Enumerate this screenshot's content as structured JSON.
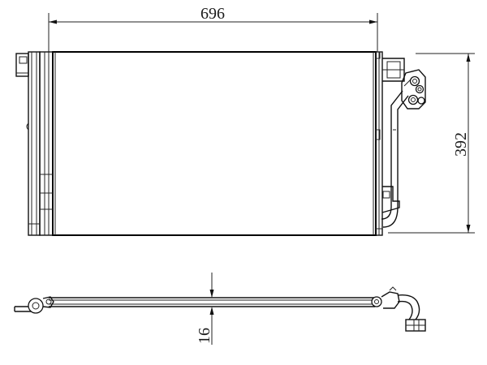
{
  "drawing": {
    "dimensions": {
      "width": "696",
      "height": "392",
      "thickness": "16"
    }
  },
  "colors": {
    "line": "#111111",
    "background": "#ffffff"
  }
}
